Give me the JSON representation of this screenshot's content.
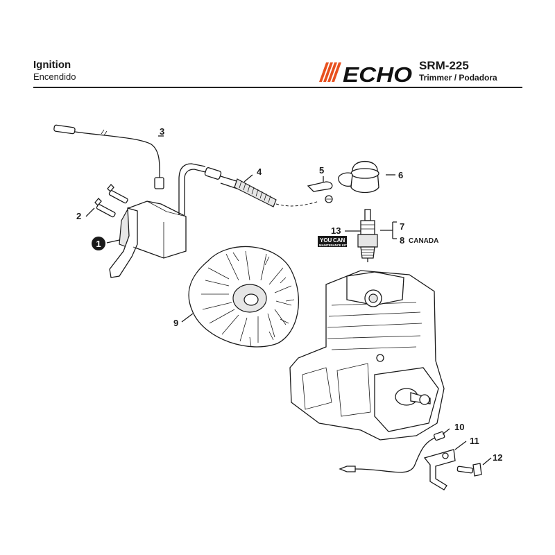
{
  "header": {
    "title": "Ignition",
    "subtitle": "Encendido",
    "brand": "ECHO",
    "model": "SRM-225",
    "description": "Trimmer / Podadora"
  },
  "colors": {
    "brand_orange": "#e8501e",
    "line": "#1a1a1a"
  },
  "callouts": {
    "c1": "1",
    "c2": "2",
    "c3": "3",
    "c4": "4",
    "c5": "5",
    "c6": "6",
    "c7": "7",
    "c8": "8",
    "c9": "9",
    "c10": "10",
    "c11": "11",
    "c12": "12",
    "c13": "13",
    "canada": "CANADA"
  },
  "kit_badge": {
    "line1": "YOU",
    "line2": "CAN",
    "line3": "MAINTENANCE KIT"
  }
}
